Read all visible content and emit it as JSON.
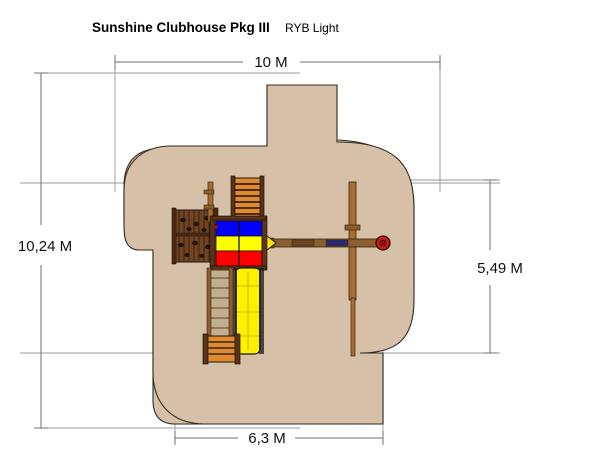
{
  "document": {
    "title_main": "Sunshine Clubhouse Pkg III",
    "title_sub": "RYB Light",
    "background_color": "#FFFFFF"
  },
  "dimensions": {
    "top": {
      "label": "10 M",
      "value": 10,
      "unit": "M",
      "orientation": "horizontal",
      "position": "top"
    },
    "left": {
      "label": "10,24 M",
      "value": 10.24,
      "unit": "M",
      "orientation": "vertical",
      "position": "left"
    },
    "right": {
      "label": "5,49 M",
      "value": 5.49,
      "unit": "M",
      "orientation": "vertical",
      "position": "right"
    },
    "bottom": {
      "label": "6,3 M",
      "value": 6.3,
      "unit": "M",
      "orientation": "horizontal",
      "position": "bottom"
    }
  },
  "safety_zone": {
    "name": "safety-zone-outline",
    "fill_color": "#D6C1A8",
    "stroke_color": "#4A4038"
  },
  "line_colors": {
    "dimension_line": "#8A8A8A",
    "extension_line": "#9A9A9A",
    "outline": "#332B23"
  },
  "equipment": {
    "tower": {
      "name": "central-tower",
      "panel_colors": {
        "top": "#0000FF",
        "middle": "#FFFF00",
        "bottom": "#FF0000"
      },
      "frame_color": "#8B5E30"
    },
    "slide": {
      "name": "slide",
      "color": "#FFF000",
      "outline": "#1A1A1A"
    },
    "climbing_wall": {
      "name": "climbing-wall",
      "color": "#6E4423",
      "hold_color": "#231208"
    },
    "ladder_top": {
      "name": "ladder-top",
      "rung_color": "#E08A30",
      "rail_color": "#1A1008"
    },
    "ladder_bottom": {
      "name": "ladder-bottom",
      "rung_color": "#9A7A4A",
      "rail_color": "#8B5E30"
    },
    "stair_bottom": {
      "name": "stair-bottom",
      "step_color": "#E08A30",
      "rail_color": "#1A1008"
    },
    "swing_beam": {
      "name": "swing-beam",
      "color": "#8B5E30"
    },
    "swing_post": {
      "name": "swing-post",
      "color": "#A86B32"
    },
    "swing_seat": {
      "name": "swing-seat-disc",
      "color": "#C41A1A"
    },
    "beam_connector": {
      "name": "beam-connector",
      "color": "#FFE500"
    }
  }
}
